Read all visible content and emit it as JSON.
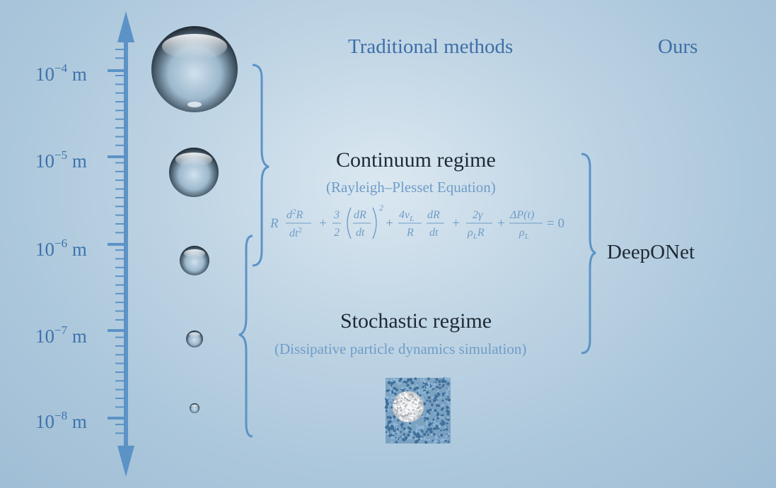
{
  "scale_labels": [
    {
      "base": "10",
      "exp": "−4",
      "unit": " m"
    },
    {
      "base": "10",
      "exp": "−5",
      "unit": " m"
    },
    {
      "base": "10",
      "exp": "−6",
      "unit": " m"
    },
    {
      "base": "10",
      "exp": "−7",
      "unit": " m"
    },
    {
      "base": "10",
      "exp": "−8",
      "unit": " m"
    }
  ],
  "columns": {
    "traditional": "Traditional methods",
    "ours": "Ours"
  },
  "continuum": {
    "title": "Continuum regime",
    "subtitle": "(Rayleigh–Plesset Equation)"
  },
  "equation": {
    "R": "R",
    "d2R": "d",
    "d2R_exp": "2",
    "d2R_R": "R",
    "dt2": "dt",
    "dt2_exp": "2",
    "plus": "+",
    "three": "3",
    "two": "2",
    "dR": "dR",
    "dt": "dt",
    "sq": "2",
    "four_nu": "4ν",
    "nu_sub": "L",
    "R_den": "R",
    "dR2": "dR",
    "dt3": "dt",
    "two_gamma": "2γ",
    "rho_R": "ρ",
    "rho_sub": "L",
    "rho_R_R": "R",
    "deltaP": "ΔP(t)",
    "rho_L": "ρ",
    "rho_L_sub": "L",
    "eq0": "= 0"
  },
  "stochastic": {
    "title": "Stochastic regime",
    "subtitle": "(Dissipative particle dynamics simulation)"
  },
  "ours_method": "DeepONet",
  "colors": {
    "axis": "#5c93c6",
    "label_blue": "#3d73ad",
    "subtitle_blue": "#6f9cc7",
    "dark_text": "#1e2a36"
  }
}
